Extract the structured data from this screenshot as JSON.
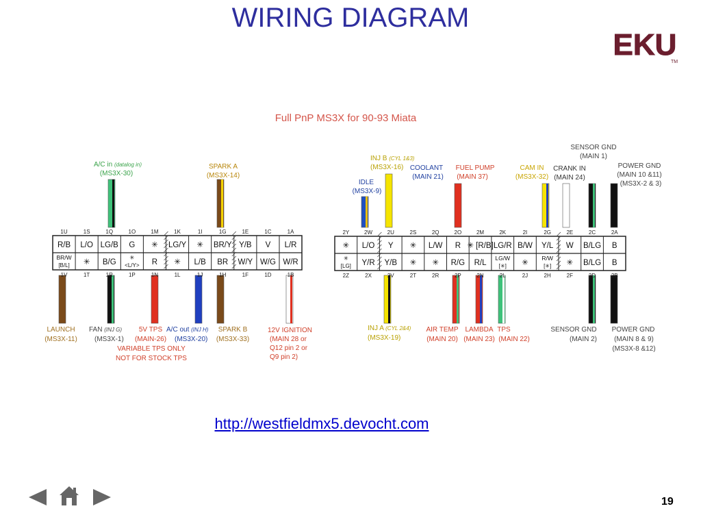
{
  "slide": {
    "title": "WIRING DIAGRAM",
    "logo_text": "EKU",
    "logo_tm": "TM",
    "link": "http://westfieldmx5.devocht.com",
    "page_number": "19",
    "nav": [
      "previous-slide",
      "home",
      "next-slide"
    ]
  },
  "diagram": {
    "title": "Full PnP MS3X for 90-93 Miata",
    "connectors": [
      {
        "id": "left",
        "top_labels": [
          "1U",
          "1S",
          "1Q",
          "1O",
          "1M",
          "1K",
          "1I",
          "1G",
          "1E",
          "1C",
          "1A"
        ],
        "row1": [
          "R/B",
          "L/O",
          "LG/B",
          "G",
          "✳",
          "LG/Y",
          "✳",
          "BR/Y",
          "Y/B",
          "V",
          "L/R"
        ],
        "row2": [
          "BR/W [B/L]",
          "✳",
          "B/G",
          "✳ <L/Y>",
          "R",
          "✳",
          "L/B",
          "BR",
          "W/Y",
          "W/G",
          "W/R"
        ],
        "bottom_labels": [
          "1V",
          "1T",
          "1R",
          "1P",
          "1N",
          "1L",
          "1J",
          "1H",
          "1F",
          "1D",
          "1B"
        ]
      },
      {
        "id": "right",
        "top_labels": [
          "2Y",
          "2W",
          "2U",
          "2S",
          "2Q",
          "2O",
          "2M",
          "2K",
          "2I",
          "2G",
          "2E",
          "2C",
          "2A"
        ],
        "row1": [
          "✳",
          "L/O",
          "Y",
          "✳",
          "L/W",
          "R",
          "✳ [R/B]",
          "LG/R",
          "B/W",
          "Y/L",
          "W",
          "B/LG",
          "B"
        ],
        "row2": [
          "✳ [LG]",
          "Y/R",
          "Y/B",
          "✳",
          "✳",
          "R/G",
          "R/L",
          "LG/W [✳]",
          "✳",
          "R/W [✳]",
          "✳",
          "B/LG",
          "B"
        ],
        "bottom_labels": [
          "2Z",
          "2X",
          "2V",
          "2T",
          "2R",
          "2P",
          "2N",
          "2L",
          "2J",
          "2H",
          "2F",
          "2D",
          "2B"
        ]
      }
    ],
    "labels": {
      "ac_in": [
        "A/C in",
        "(datalog in)",
        "(MS3X-30)"
      ],
      "spark_a": [
        "SPARK A",
        "(MS3X-14)"
      ],
      "inj_b": [
        "INJ B",
        "(CYL 1&3)",
        "(MS3X-16)"
      ],
      "coolant": [
        "COOLANT",
        "(MAIN 21)"
      ],
      "idle": [
        "IDLE",
        "(MS3X-9)"
      ],
      "fuel_pump": [
        "FUEL PUMP",
        "(MAIN 37)"
      ],
      "cam_in": [
        "CAM IN",
        "(MS3X-32)"
      ],
      "crank_in": [
        "CRANK IN",
        "(MAIN 24)"
      ],
      "sensor_gnd_top": [
        "SENSOR GND",
        "(MAIN 1)"
      ],
      "power_gnd_top": [
        "POWER GND",
        "(MAIN 10 &11)",
        "(MS3X-2 & 3)"
      ],
      "launch": [
        "LAUNCH",
        "(MS3X-11)"
      ],
      "fan": [
        "FAN",
        "(INJ G)",
        "(MS3X-1)"
      ],
      "tps_5v": [
        "5V TPS",
        "(MAIN-26)"
      ],
      "ac_out": [
        "A/C out",
        "(INJ H)",
        "(MS3X-20)"
      ],
      "spark_b": [
        "SPARK B",
        "(MS3X-33)"
      ],
      "variable_tps": [
        "VARIABLE TPS ONLY",
        "NOT FOR STOCK TPS"
      ],
      "ignition_12v": [
        "12V IGNITION",
        "(MAIN 28 or",
        "Q12 pin 2 or",
        "Q9 pin 2)"
      ],
      "inj_a": [
        "INJ A",
        "(CYL 2&4)",
        "(MS3X-19)"
      ],
      "air_temp": [
        "AIR TEMP",
        "(MAIN 20)"
      ],
      "lambda": [
        "LAMBDA",
        "(MAIN 23)"
      ],
      "tps": [
        "TPS",
        "(MAIN 22)"
      ],
      "sensor_gnd_bottom": [
        "SENSOR GND",
        "(MAIN 2)"
      ],
      "power_gnd_bottom": [
        "POWER GND",
        "(MAIN 8 & 9)",
        "(MS3X-8 &12)"
      ]
    },
    "colors": {
      "title_blue": "#2e2e9e",
      "logo_maroon": "#6b1e2e",
      "label_green": "#3aa34a",
      "label_gold": "#b8860b",
      "label_red": "#d0402a",
      "label_blue": "#2040a0",
      "label_gray": "#444444"
    }
  }
}
